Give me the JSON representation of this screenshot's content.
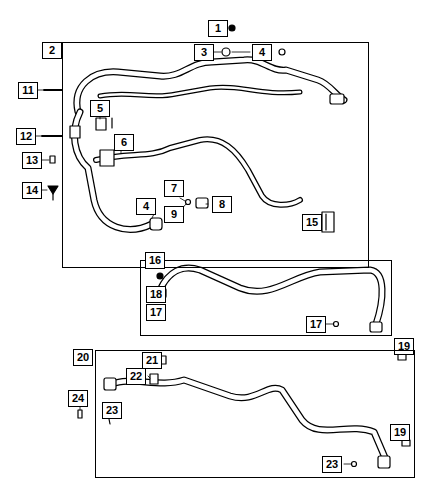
{
  "diagram": {
    "nodes": [
      {
        "text": [
          "1"
        ]
      },
      {
        "text": [
          "2"
        ]
      },
      {
        "text": [
          "3"
        ],
        "in": 1
      },
      {
        "text": [
          "4"
        ],
        "in": 1
      },
      {
        "text": [
          "11"
        ]
      },
      {
        "text": [
          "5"
        ],
        "in": 1
      },
      {
        "text": [
          "12"
        ]
      },
      {
        "text": [
          "6"
        ],
        "in": 1
      },
      {
        "text": [
          "13"
        ]
      },
      {
        "text": [
          "7"
        ],
        "in": 1
      },
      {
        "text": [
          "14"
        ]
      },
      {
        "text": [
          "8"
        ],
        "in": 1
      },
      {
        "text": [
          "4"
        ],
        "in": 1
      },
      {
        "text": [
          "9"
        ],
        "in": 1
      },
      {
        "text": [
          "15"
        ]
      },
      {
        "text": [
          "16"
        ]
      },
      {
        "text": [
          "18"
        ],
        "in": 15
      },
      {
        "text": [
          "17"
        ],
        "in": 15
      },
      {
        "text": [
          "17"
        ],
        "in": 15
      },
      {
        "text": [
          "19"
        ]
      },
      {
        "text": [
          "20"
        ]
      },
      {
        "text": [
          "21"
        ],
        "in": 20
      },
      {
        "text": [
          "22"
        ],
        "in": 20
      },
      {
        "text": [
          "24"
        ]
      },
      {
        "text": [
          "23"
        ],
        "in": 20
      },
      {
        "text": [
          "19"
        ],
        "in": 20
      },
      {
        "text": [
          "23"
        ],
        "in": 20
      }
    ]
  }
}
